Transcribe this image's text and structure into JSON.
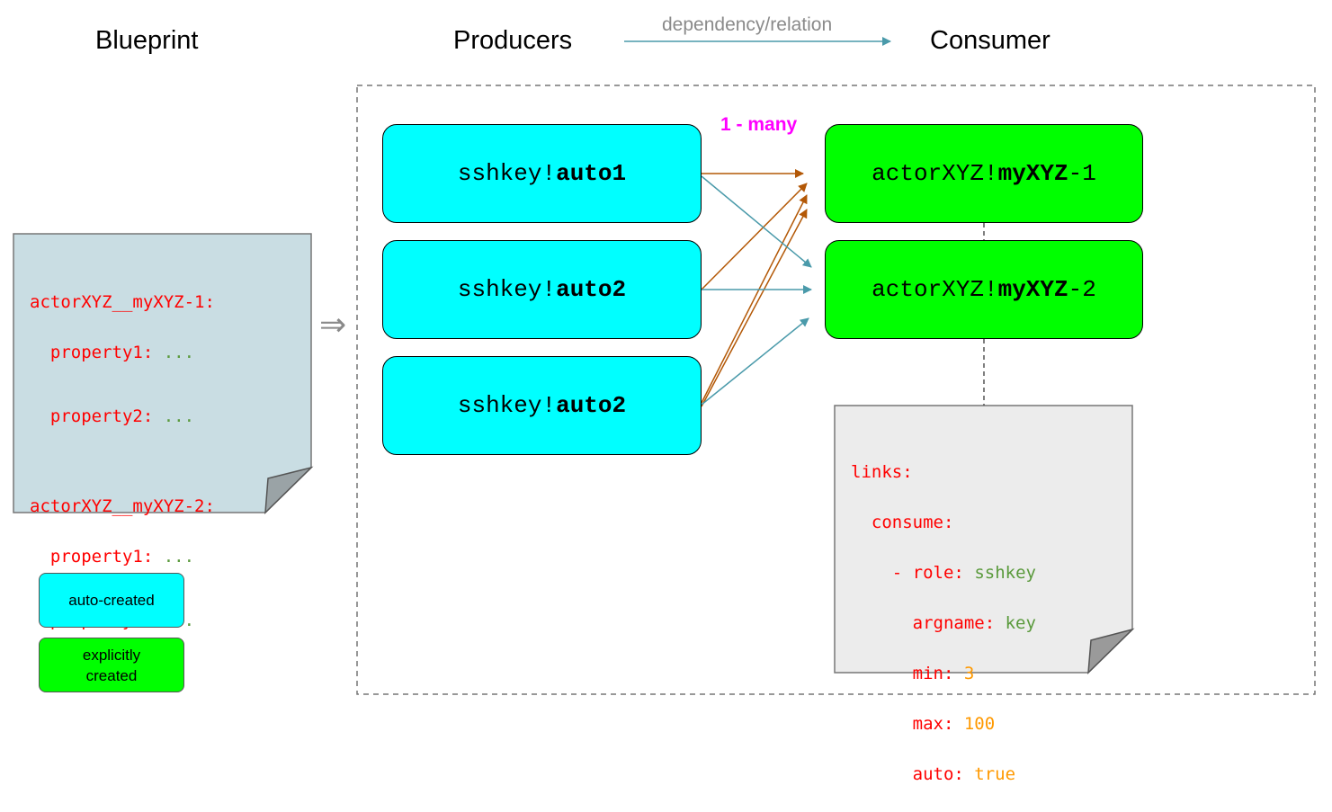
{
  "headers": {
    "blueprint": "Blueprint",
    "producers": "Producers",
    "consumer": "Consumer",
    "dependency": "dependency/relation"
  },
  "implies_symbol": "⇒",
  "multiplicity": "1 - many",
  "producers": [
    {
      "prefix": "sshkey!",
      "name": "auto1"
    },
    {
      "prefix": "sshkey!",
      "name": "auto2"
    },
    {
      "prefix": "sshkey!",
      "name": "auto2"
    }
  ],
  "consumers": [
    {
      "prefix": "actorXYZ!",
      "name": "myXYZ",
      "suffix": "-1"
    },
    {
      "prefix": "actorXYZ!",
      "name": "myXYZ",
      "suffix": "-2"
    }
  ],
  "blueprint_doc": {
    "entries": [
      {
        "name": "actorXYZ__myXYZ-1:",
        "props": [
          {
            "key": "property1:",
            "value": " ..."
          },
          {
            "key": "property2:",
            "value": " ..."
          }
        ]
      },
      {
        "name": "actorXYZ__myXYZ-2:",
        "props": [
          {
            "key": "property1:",
            "value": " ..."
          },
          {
            "key": "property2:",
            "value": " ..."
          }
        ]
      }
    ]
  },
  "links_doc": {
    "links": "links:",
    "consume": "consume:",
    "dash": "- ",
    "role_key": "role:",
    "role_val": "sshkey",
    "argname_key": "argname:",
    "argname_val": "key",
    "min_key": "min:",
    "min_val": "3",
    "max_key": "max:",
    "max_val": "100",
    "auto_key": "auto:",
    "auto_val": "true"
  },
  "legend": {
    "auto": "auto-created",
    "explicit_line1": "explicitly",
    "explicit_line2": "created"
  },
  "colors": {
    "auto_fill": "#00ffff",
    "explicit_fill": "#00ff00",
    "arrow_brown": "#b35806",
    "arrow_teal": "#4a9aaa",
    "doc_blue": "#c9dde3",
    "doc_grey": "#ececec"
  }
}
